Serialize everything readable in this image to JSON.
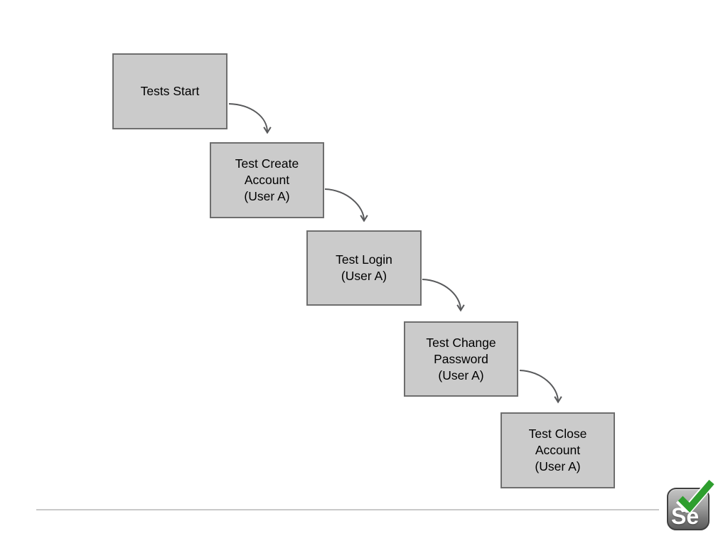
{
  "diagram": {
    "nodes": [
      {
        "id": "tests-start",
        "label": "Tests Start"
      },
      {
        "id": "test-create-account",
        "label": "Test Create\nAccount\n(User A)"
      },
      {
        "id": "test-login",
        "label": "Test Login\n(User A)"
      },
      {
        "id": "test-change-password",
        "label": "Test Change\nPassword\n(User A)"
      },
      {
        "id": "test-close-account",
        "label": "Test Close\nAccount\n(User A)"
      }
    ],
    "colors": {
      "node_fill": "#cbcbcb",
      "node_border": "#6e6e6e",
      "arrow": "#58595b",
      "divider": "#c9c9c9",
      "background": "#ffffff"
    }
  },
  "logo": {
    "text": "Se",
    "checkmark_color": "#2e9e2e",
    "box_gradient_top": "#c4c4c4",
    "box_gradient_bottom": "#5c5c5c"
  }
}
